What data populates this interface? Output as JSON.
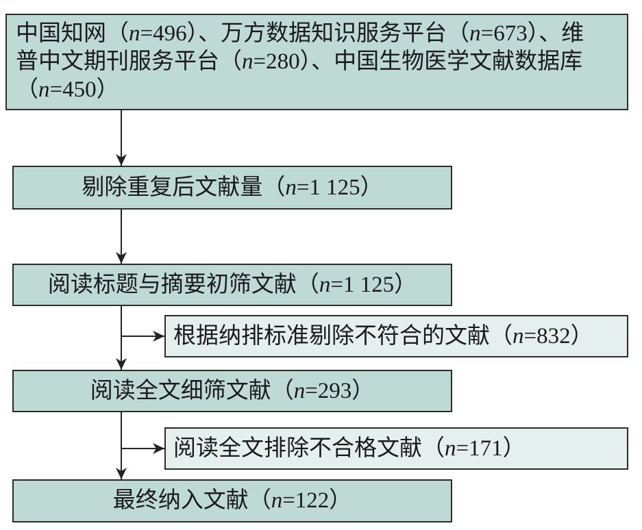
{
  "boxes": {
    "sources": {
      "lines": [
        "中国知网（n=496）、万方数据知识服务平台（n=673）、维",
        "普中文期刊服务平台（n=280）、中国生物医学文献数据库",
        "（n=450）"
      ]
    },
    "dedup": "剔除重复后文献量（n=1 125）",
    "screen_title_abstract": "阅读标题与摘要初筛文献（n=1 125）",
    "excluded_criteria": "根据纳排标准剔除不符合的文献（n=832）",
    "fulltext_screen": "阅读全文细筛文献（n=293）",
    "excluded_fulltext": "阅读全文排除不合格文献（n=171）",
    "included": "最终纳入文献（n=122）"
  },
  "colors": {
    "main_fill": "#bfdad4",
    "side_fill": "#e5f0ee",
    "border": "#2b2b2b"
  }
}
